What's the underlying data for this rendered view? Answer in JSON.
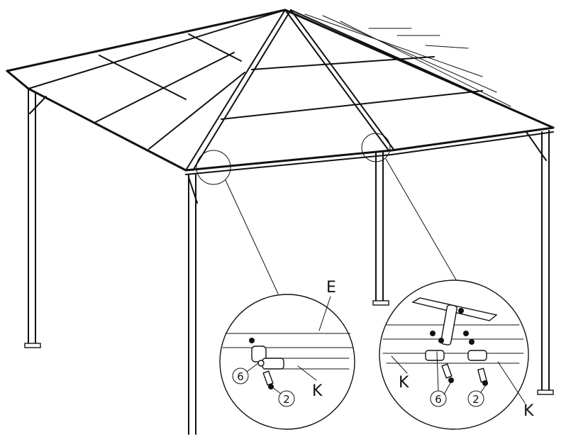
{
  "labels": {
    "part_e": "E",
    "part_k_left": "K",
    "part_k_right_a": "K",
    "part_k_right_b": "K",
    "callout_6_left": "6",
    "callout_2_left": "2",
    "callout_6_right": "6",
    "callout_2_right": "2"
  }
}
